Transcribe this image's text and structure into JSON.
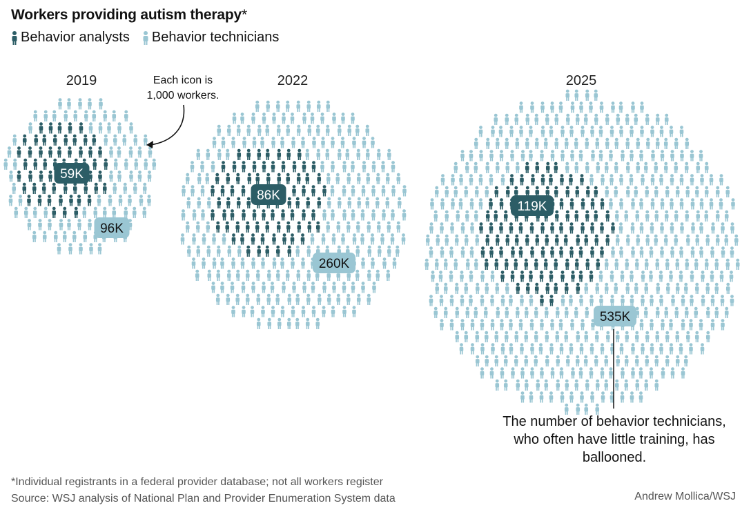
{
  "title": "Workers providing autism therapy",
  "title_mark": "*",
  "legend": {
    "analysts": "Behavior analysts",
    "technicians": "Behavior technicians"
  },
  "colors": {
    "analysts": "#2c5d66",
    "technicians": "#9ac6d3"
  },
  "icon_note": "Each icon is 1,000 workers.",
  "annotation": "The number of behavior technicians, who often have little training, has ballooned.",
  "footnote": "*Individual registrants in a federal provider database; not all workers register",
  "source": "Source: WSJ analysis of National Plan and Provider Enumeration System data",
  "credit": "Andrew Mollica/WSJ",
  "chart_data": {
    "type": "pictogram",
    "unit": "Each icon is 1,000 workers.",
    "categories": [
      "2019",
      "2022",
      "2025"
    ],
    "series": [
      {
        "name": "Behavior analysts",
        "values": [
          59,
          86,
          119
        ],
        "labels": [
          "59K",
          "86K",
          "119K"
        ]
      },
      {
        "name": "Behavior technicians",
        "values": [
          96,
          260,
          535
        ],
        "labels": [
          "96K",
          "260K",
          "535K"
        ]
      }
    ]
  }
}
